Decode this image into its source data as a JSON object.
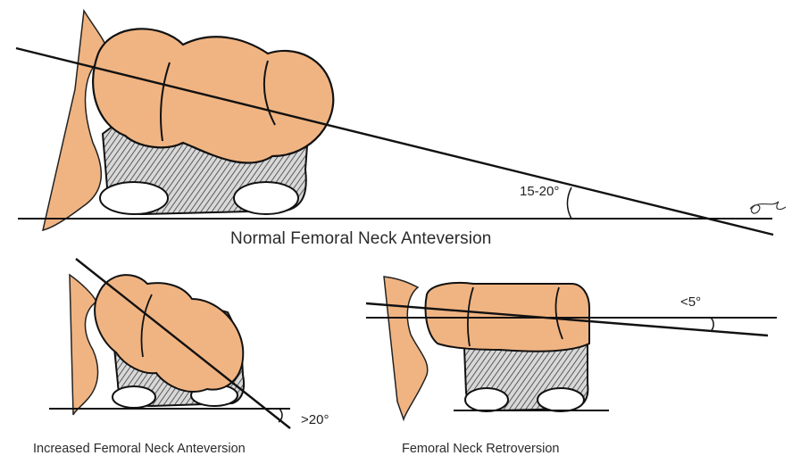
{
  "diagrams": {
    "normal": {
      "caption": "Normal Femoral Neck Anteversion",
      "angle_label": "15-20°"
    },
    "increased": {
      "caption": "Increased Femoral Neck Anteversion",
      "angle_label": ">20°"
    },
    "retroversion": {
      "caption": "Femoral Neck Retroversion",
      "angle_label": "<5°"
    }
  },
  "colors": {
    "bone_fill": "#f0b482",
    "outline": "#111111",
    "hatch": "#3a3a3a"
  }
}
